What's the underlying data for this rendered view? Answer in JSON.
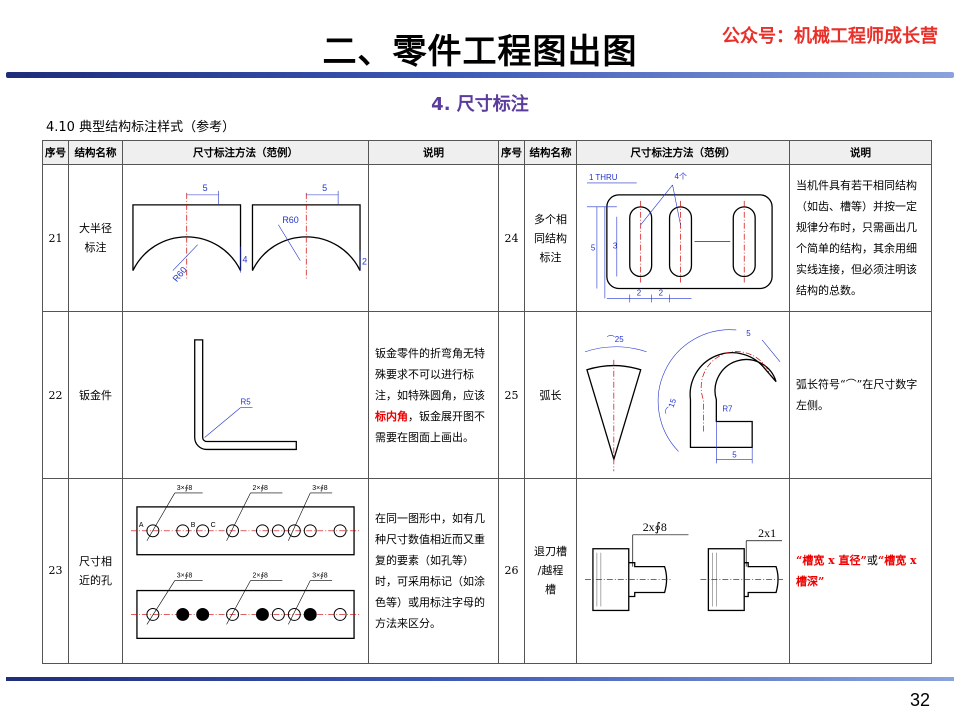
{
  "header": {
    "title": "二、零件工程图出图",
    "brand": "公众号：机械工程师成长营",
    "subtitle": "4. 尺寸标注",
    "section": "4.10 典型结构标注样式（参考）"
  },
  "table": {
    "columns": [
      "序号",
      "结构名称",
      "尺寸标注方法（范例）",
      "说明",
      "序号",
      "结构名称",
      "尺寸标注方法（范例）",
      "说明"
    ],
    "rows": [
      {
        "left": {
          "num": "21",
          "name_lines": [
            "大半径",
            "标注"
          ],
          "desc": []
        },
        "right": {
          "num": "24",
          "name_lines": [
            "多个相",
            "同结构",
            "标注"
          ],
          "desc": [
            {
              "t": "当机件具有若干相同结构（如齿、槽等）并按一定规律分布时，只需画出几个简单的结构，其余用细实线连接，但必须注明该结构的总数。"
            }
          ]
        }
      },
      {
        "left": {
          "num": "22",
          "name_lines": [
            "钣金件"
          ],
          "desc": [
            {
              "t": "钣金零件的折弯角无特殊要求不可以进行标注，如特殊圆角，应该"
            },
            {
              "t": "标内角",
              "red": true
            },
            {
              "t": "，钣金展开图不需要在图面上画出。"
            }
          ]
        },
        "right": {
          "num": "25",
          "name_lines": [
            "弧长"
          ],
          "desc": [
            {
              "t": "弧长符号“⌒”在尺寸数字左侧。"
            }
          ]
        }
      },
      {
        "left": {
          "num": "23",
          "name_lines": [
            "尺寸相",
            "近的孔"
          ],
          "desc": [
            {
              "t": "在同一图形中，如有几种尺寸数值相近而又重复的要素（如孔等）时，可采用标记（如涂色等）或用标注字母的方法来区分。"
            }
          ]
        },
        "right": {
          "num": "26",
          "name_lines": [
            "退刀槽",
            "/越程",
            "槽"
          ],
          "desc": [
            {
              "t": "“槽宽 x 直径”",
              "red": true
            },
            {
              "t": "或"
            },
            {
              "t": "“槽宽 x 槽深”",
              "red": true
            }
          ]
        }
      }
    ]
  },
  "figures": {
    "r21_dims": [
      "5",
      "5",
      "R60",
      "R60",
      "4",
      "2"
    ],
    "r22_dims": [
      "R5"
    ],
    "r23_dims": [
      "3×∮8",
      "2×∮8",
      "3×∮8",
      "A",
      "B",
      "C"
    ],
    "r24_dims": [
      "1 THRU",
      "4个",
      "3",
      "5",
      "2",
      "2"
    ],
    "r25_dims": [
      "⌒25",
      "5",
      "R7",
      "⌒15",
      "5"
    ],
    "r26_dims": [
      "2x∮8",
      "2x1"
    ]
  },
  "page_number": "32"
}
